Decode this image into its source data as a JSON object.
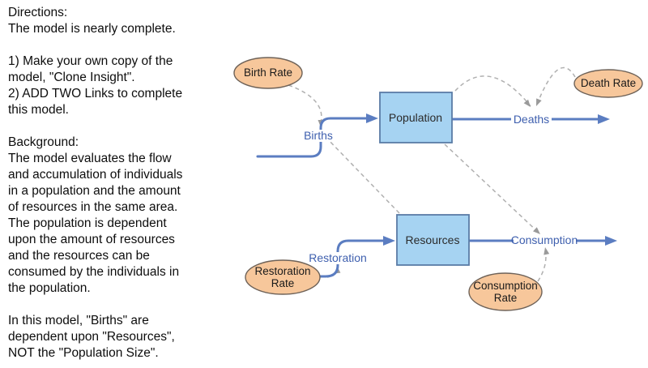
{
  "instructions": {
    "text": "Directions:\nThe model is nearly complete.\n\n1) Make your own copy of the\nmodel, \"Clone Insight\".\n2) ADD TWO Links to complete\nthis model.\n\nBackground:\nThe model evaluates the flow\nand accumulation of individuals\nin a population and the amount\nof resources in the same area.\nThe population is dependent\nupon the amount of resources\nand the resources can be\nconsumed by the individuals in\nthe population.\n\nIn this model, \"Births\" are\ndependent upon \"Resources\",\nNOT the \"Population Size\"."
  },
  "diagram": {
    "stocks": [
      {
        "label": "Population"
      },
      {
        "label": "Resources"
      }
    ],
    "variables": [
      {
        "label": "Birth Rate"
      },
      {
        "label": "Death Rate"
      },
      {
        "line1": "Restoration",
        "line2": "Rate"
      },
      {
        "line1": "Consumption",
        "line2": "Rate"
      }
    ],
    "flows": [
      {
        "label": "Births"
      },
      {
        "label": "Deaths"
      },
      {
        "label": "Restoration"
      },
      {
        "label": "Consumption"
      }
    ],
    "colors": {
      "stock_fill": "#A6D3F2",
      "stock_border": "#5A7CA6",
      "variable_fill": "#F7C79B",
      "variable_border": "#6E6258",
      "flow_blue": "#5B7DC1",
      "flow_label_blue": "#3E5FAE",
      "link_gray": "#B0B0B0",
      "link_arrow_gray": "#9A9A9A"
    }
  }
}
